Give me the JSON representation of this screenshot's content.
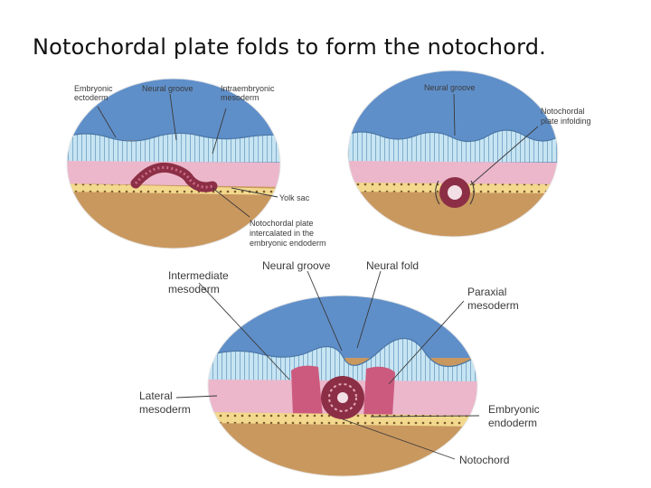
{
  "slide": {
    "title": "Notochordal plate folds to form the notochord."
  },
  "colors": {
    "amniotic_blue": "#5f8fc9",
    "ectoderm_cells": "#bfe0f0",
    "mesoderm_pink": "#ecb7cb",
    "endoderm_yellow": "#f1d58a",
    "yolk_sac_tan": "#c9985f",
    "notochord_maroon": "#8c2f46",
    "leader_line": "#3a3a3a"
  },
  "panels": {
    "top_left": {
      "labels": {
        "embryonic_ectoderm": [
          "Embryonic",
          "ectoderm"
        ],
        "neural_groove": [
          "Neural groove"
        ],
        "intraembryonic_mesoderm": [
          "Intraembryonic",
          "mesoderm"
        ],
        "yolk_sac": [
          "Yolk sac"
        ],
        "notochordal_plate": [
          "Notochordal plate",
          "intercalated in the",
          "embryonic endoderm"
        ]
      }
    },
    "top_right": {
      "labels": {
        "neural_groove": [
          "Neural groove"
        ],
        "notochordal_plate_infolding": [
          "Notochordal",
          "plate infolding"
        ]
      }
    },
    "bottom": {
      "labels": {
        "intermediate_mesoderm": [
          "Intermediate",
          "mesoderm"
        ],
        "neural_groove": [
          "Neural groove"
        ],
        "neural_fold": [
          "Neural fold"
        ],
        "paraxial_mesoderm": [
          "Paraxial",
          "mesoderm"
        ],
        "lateral_mesoderm": [
          "Lateral",
          "mesoderm"
        ],
        "embryonic_endoderm": [
          "Embryonic",
          "endoderm"
        ],
        "notochord": [
          "Notochord"
        ]
      }
    }
  }
}
